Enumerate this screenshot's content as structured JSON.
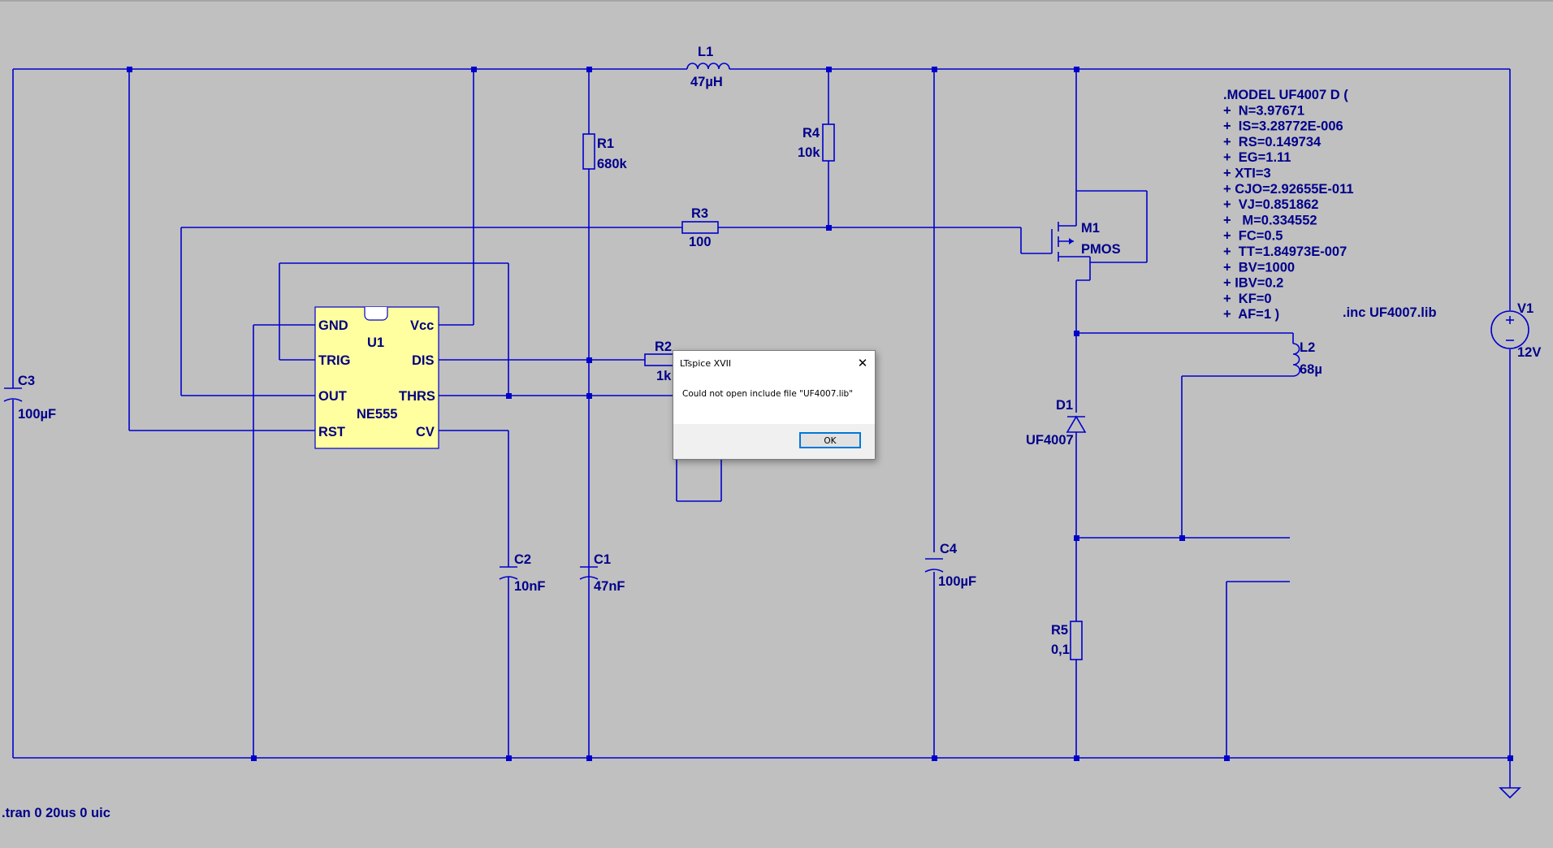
{
  "colors": {
    "background": "#c0c0c0",
    "wire": "#0000cd",
    "text": "#00008b",
    "ic_body": "#ffffa0"
  },
  "components": {
    "l1": {
      "ref": "L1",
      "value": "47µH"
    },
    "r1": {
      "ref": "R1",
      "value": "680k"
    },
    "r2": {
      "ref": "R2",
      "value": "1k"
    },
    "r3": {
      "ref": "R3",
      "value": "100"
    },
    "r4": {
      "ref": "R4",
      "value": "10k"
    },
    "r5": {
      "ref": "R5",
      "value": "0,1"
    },
    "c1": {
      "ref": "C1",
      "value": "47nF"
    },
    "c2": {
      "ref": "C2",
      "value": "10nF"
    },
    "c3": {
      "ref": "C3",
      "value": "100µF"
    },
    "c4": {
      "ref": "C4",
      "value": "100µF"
    },
    "m1": {
      "ref": "M1",
      "value": "PMOS"
    },
    "l2": {
      "ref": "L2",
      "value": "68µ"
    },
    "d1": {
      "ref": "D1",
      "value": "UF4007"
    },
    "v1": {
      "ref": "V1",
      "value": "12V"
    },
    "u1": {
      "ref": "U1",
      "value": "NE555",
      "pins": {
        "gnd": "GND",
        "vcc": "Vcc",
        "trig": "TRIG",
        "dis": "DIS",
        "out": "OUT",
        "thrs": "THRS",
        "rst": "RST",
        "cv": "CV"
      }
    }
  },
  "spice": {
    "model_lines": [
      ".MODEL UF4007 D (",
      "+  N=3.97671",
      "+  IS=3.28772E-006",
      "+  RS=0.149734",
      "+  EG=1.11",
      "+ XTI=3",
      "+ CJO=2.92655E-011",
      "+  VJ=0.851862",
      "+   M=0.334552",
      "+  FC=0.5",
      "+  TT=1.84973E-007",
      "+  BV=1000",
      "+ IBV=0.2",
      "+  KF=0",
      "+  AF=1 )"
    ],
    "include": ".inc UF4007.lib",
    "tran": ".tran 0 20us 0 uic"
  },
  "dialog": {
    "title": "LTspice XVII",
    "message": "Could not open include file \"UF4007.lib\"",
    "ok_label": "OK",
    "close_glyph": "✕"
  }
}
